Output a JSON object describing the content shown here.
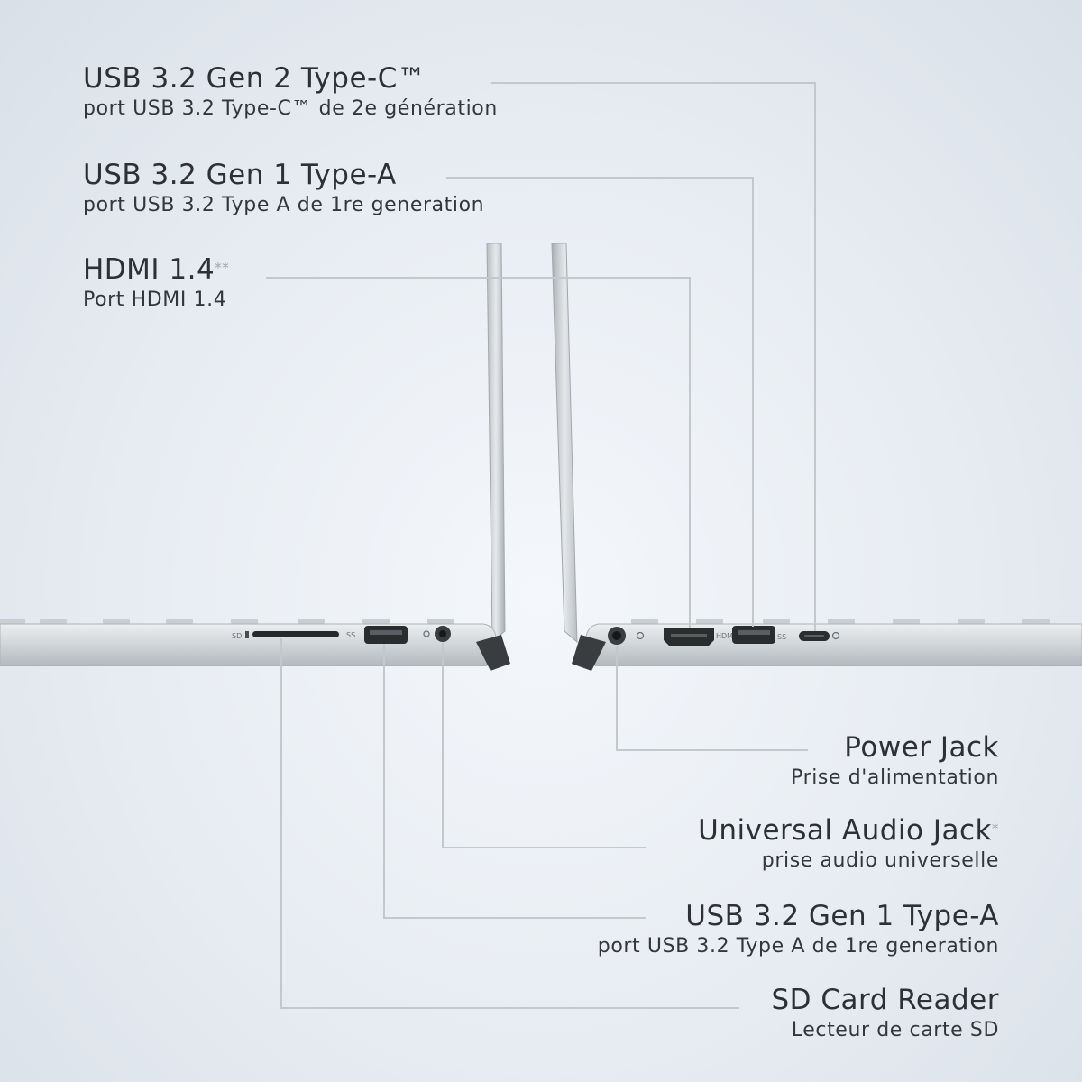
{
  "colors": {
    "background": "#e9eef3",
    "callout_line": "#c3c8cc",
    "laptop_silver": "#cfd3d6",
    "port_dark": "#2a2c2e",
    "label_text": "#2d3034"
  },
  "top_labels": [
    {
      "title": "USB 3.2 Gen 2 Type-C™",
      "subtitle": "port USB 3.2 Type-C™ de 2e génération"
    },
    {
      "title": "USB 3.2 Gen 1 Type-A",
      "subtitle": "port USB 3.2 Type A de 1re generation"
    },
    {
      "title": "HDMI 1.4",
      "title_mark": "**",
      "subtitle": "Port HDMI 1.4"
    }
  ],
  "bottom_labels": [
    {
      "title": "Power Jack",
      "subtitle": "Prise d'alimentation"
    },
    {
      "title": "Universal Audio Jack",
      "title_mark": "*",
      "subtitle": "prise audio universelle"
    },
    {
      "title": "USB 3.2 Gen 1 Type-A",
      "subtitle": "port USB 3.2 Type A de 1re generation"
    },
    {
      "title": "SD Card Reader",
      "subtitle": "Lecteur de carte SD"
    }
  ],
  "port_markings": {
    "sd": "SD",
    "ss_left": "SS",
    "hdmi": "HDMI",
    "ss_right": "SS"
  }
}
